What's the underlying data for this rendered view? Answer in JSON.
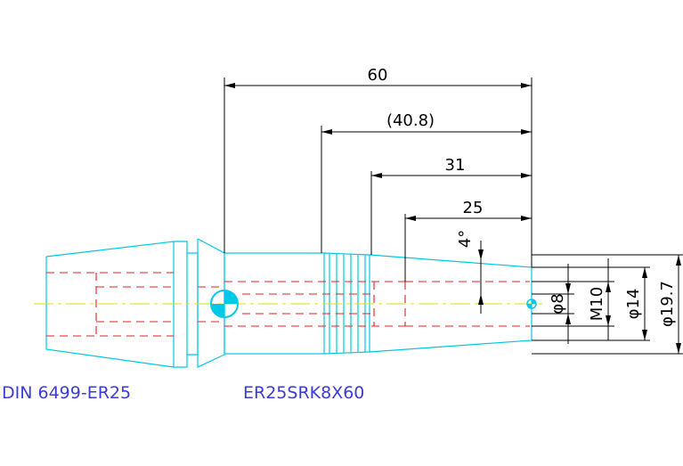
{
  "colors": {
    "outline": "#00c8e6",
    "hidden": "#e02020",
    "center": "#e0e000",
    "dimension": "#000000",
    "caption": "#3b3bd6"
  },
  "dimensions": {
    "length_60": "60",
    "length_40_8": "(40.8)",
    "length_31": "31",
    "length_25": "25",
    "angle": "4°",
    "dia_8": "φ8",
    "thread_m10": "M10",
    "dia_14": "φ14",
    "dia_19_7": "φ19.7"
  },
  "captions": {
    "holder": "DIN 6499-ER25",
    "extension": "ER25SRK8X60"
  }
}
